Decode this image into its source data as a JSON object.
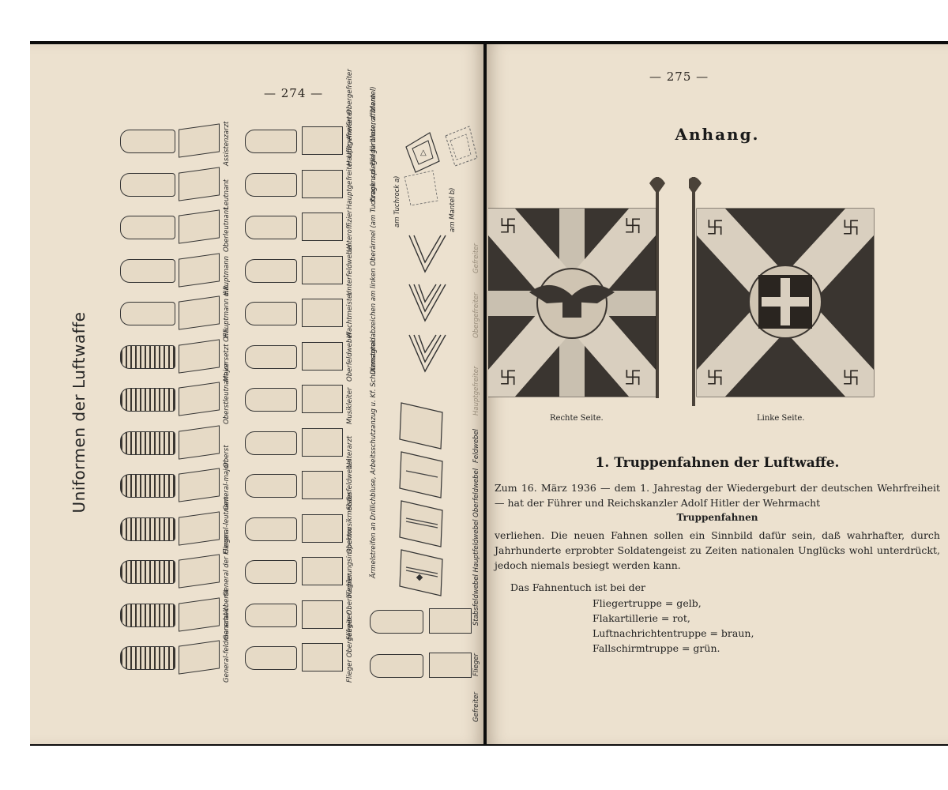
{
  "left_page": {
    "page_number": "— 274 —",
    "title": "Uniformen der Luftwaffe",
    "officer_ranks": [
      "Assistenzarzt",
      "Leutnant",
      "Oberleutnant",
      "Hauptmann",
      "Hauptmann d.R.",
      "Major",
      "Oberstleutnant versetzt OFF.",
      "Oberst",
      "General-major",
      "General-leutnant",
      "General der Flieger",
      "General-oberst",
      "General-feldmarschall"
    ],
    "nco_ranks": [
      "Hauptgefreiter Obergefreiter",
      "Hauptgefreiter Uffz.-Anwärter",
      "Unteroffizier",
      "Unterfeldwebel",
      "Wachtmeister",
      "Oberfeldwebel",
      "Musikleiter",
      "Unterarzt",
      "Stabsfeldwebel",
      "Obermusikmeister",
      "Regierungsinspektor",
      "Flieger Oberbüchler",
      "Flieger Obergefreiter"
    ],
    "col3_labels": [
      "Kragenspiegel für Unteroffiziere",
      "am Tuchrock a)",
      "am Mantel b)",
      "Dienstgradabzeichen am linken Oberärmel (am Tuchrock u.d. Fliegerbluse, a. Mantel)",
      "Ärmelstreifen an Drillichbluse, Arbeitsschutzanzug u. Kf. Schutzmantel"
    ],
    "col4_labels": [
      "Gefreiter",
      "Obergefreiter",
      "Hauptgefreiter",
      "Feldwebel",
      "Stabsfeldwebel Hauptfeldwebel Oberfeldwebel",
      "Flieger",
      "Gefreiter"
    ]
  },
  "right_page": {
    "page_number": "— 275 —",
    "heading": "Anhang.",
    "flag_left_caption": "Rechte Seite.",
    "flag_right_caption": "Linke Seite.",
    "section_title": "1. Truppenfahnen der Luftwaffe.",
    "para1": "Zum 16. März 1936 — dem 1. Jahrestag der Wiedergeburt der deutschen Wehrfreiheit — hat der Führer und Reichskanzler Adolf Hitler der Wehrmacht",
    "centered_word": "Truppenfahnen",
    "para2": "verliehen. Die neuen Fahnen sollen ein Sinnbild dafür sein, daß wahrhafter, durch Jahrhunderte erprobter Soldatengeist zu Zeiten nationalen Unglücks wohl unterdrückt, jedoch niemals besiegt werden kann.",
    "intro_line": "Das Fahnentuch ist bei der",
    "colors": [
      "Fliegertruppe = gelb,",
      "Flakartillerie = rot,",
      "Luftnachrichtentruppe = braun,",
      "Fallschirmtruppe = grün."
    ]
  },
  "style": {
    "paper": "#ece1cf",
    "ink": "#222222",
    "flag_dark": "#3a3530",
    "flag_light": "#d9cfbf"
  }
}
